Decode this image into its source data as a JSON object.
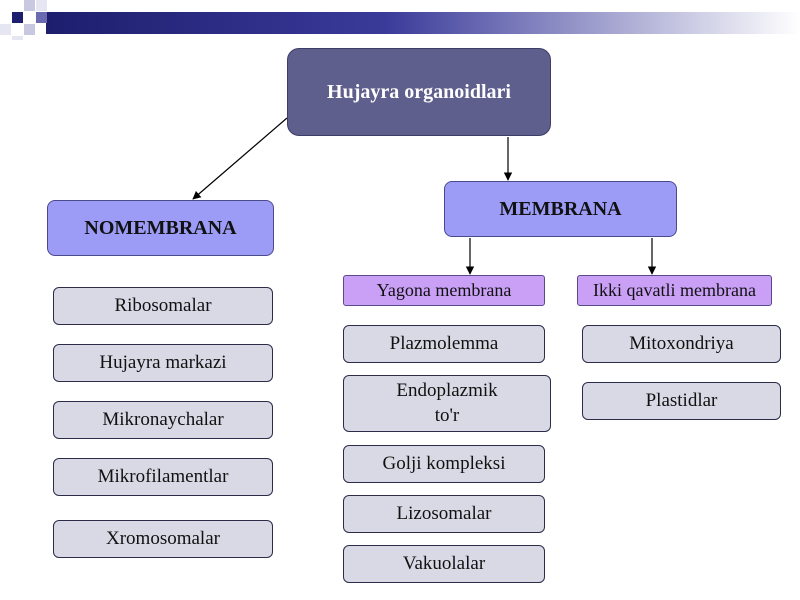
{
  "root": {
    "label": "Hujayra organoidlari"
  },
  "nomembrana": {
    "label": "NOMEMBRANA",
    "items": [
      "Ribosomalar",
      "Hujayra markazi",
      "Mikronaychalar",
      "Mikrofilamentlar",
      "Xromosomalar"
    ]
  },
  "membrana": {
    "label": "MEMBRANA",
    "yagona": {
      "label": "Yagona membrana",
      "items": [
        "Plazmolemma",
        "Endoplazmik\nto'r",
        "Golji kompleksi",
        "Lizosomalar",
        "Vakuolalar"
      ]
    },
    "ikki": {
      "label": "Ikki qavatli membrana",
      "items": [
        "Mitoxondriya",
        "Plastidlar"
      ]
    }
  },
  "colors": {
    "root_fill": "#5f5f8e",
    "category_fill": "#9c9cf7",
    "subcategory_fill": "#c9a0f5",
    "item_fill": "#d9d9e6",
    "banner_dark": "#1e1e6e"
  }
}
